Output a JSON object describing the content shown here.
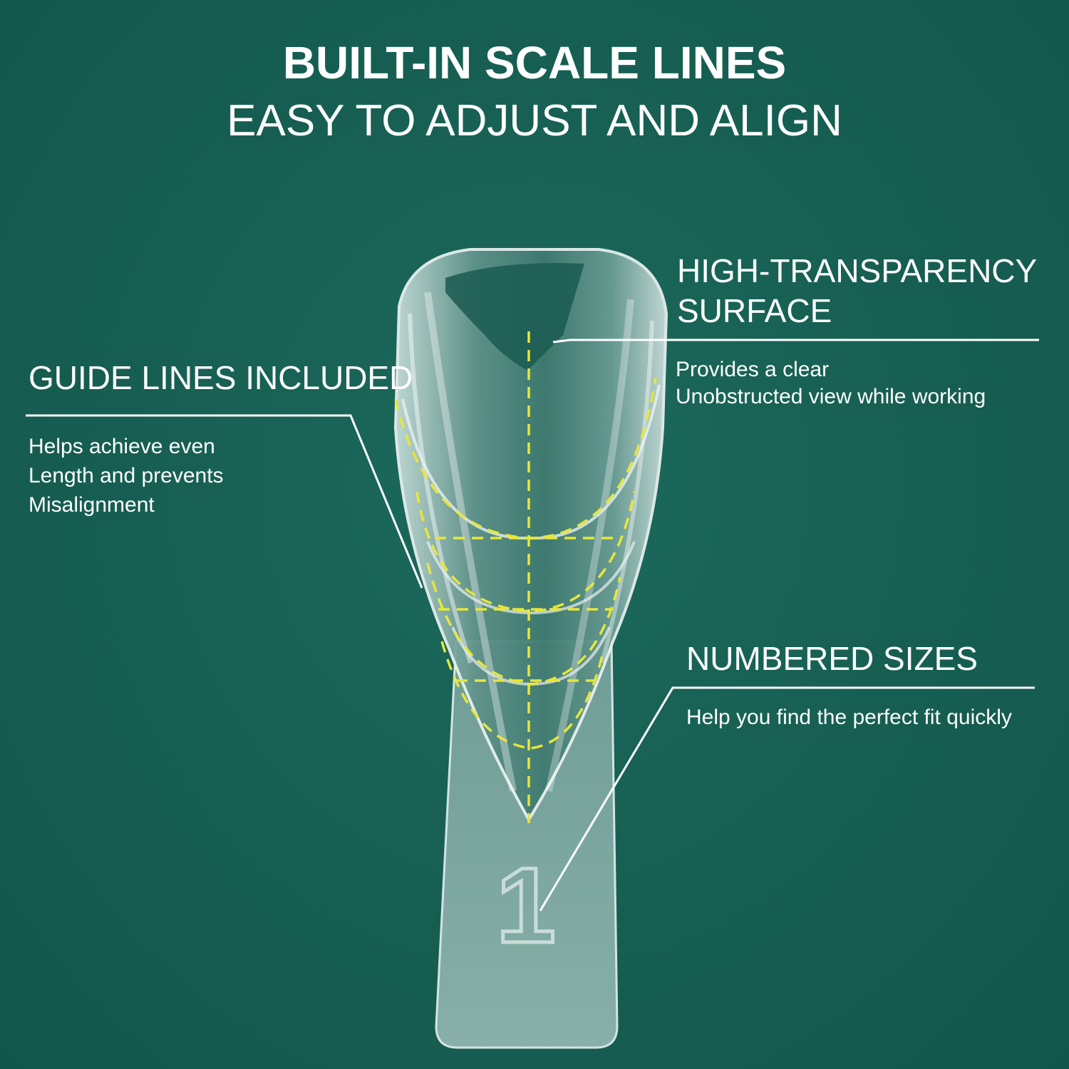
{
  "header": {
    "title": "BUILT-IN SCALE LINES",
    "subtitle": "EASY TO ADJUST AND ALIGN"
  },
  "features": {
    "transparency": {
      "title_line1": "HIGH-TRANSPARENCY",
      "title_line2": "SURFACE",
      "desc_line1": "Provides a clear",
      "desc_line2": "Unobstructed view while working"
    },
    "guide_lines": {
      "title": "GUIDE LINES INCLUDED",
      "desc_line1": "Helps achieve even",
      "desc_line2": "Length and prevents",
      "desc_line3": "Misalignment"
    },
    "numbered_sizes": {
      "title": "NUMBERED SIZES",
      "desc": "Help you find the perfect fit quickly"
    }
  },
  "product": {
    "size_number": "1"
  },
  "colors": {
    "background": "#175e52",
    "guide_line": "#e8e63a",
    "text": "#ffffff"
  }
}
